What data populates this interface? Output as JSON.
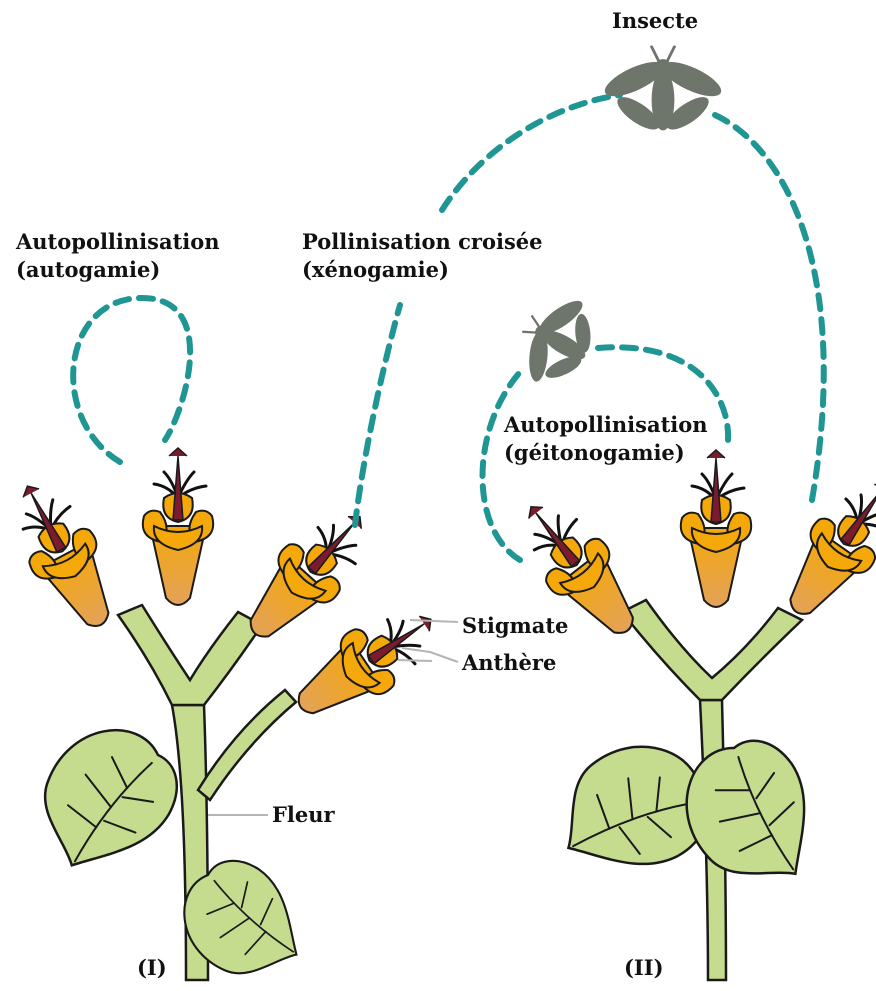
{
  "labels": {
    "insect_top": "Insecte",
    "autogamie_title": "Autopollinisation",
    "autogamie_sub": "(autogamie)",
    "xenogamie_title": "Pollinisation croisée",
    "xenogamie_sub": "(xénogamie)",
    "geitonogamie_title": "Autopollinisation",
    "geitonogamie_sub": "(géitonogamie)",
    "stigmate": "Stigmate",
    "anthere": "Anthère",
    "fleur": "Fleur",
    "plant_1": "(I)",
    "plant_2": "(II)"
  },
  "colors": {
    "pollination_path": "#1f9693",
    "petal": "#f4a80a",
    "petal_gradient_end": "#e3a25a",
    "style": "#7b1c2e",
    "stem_leaf": "#c5dc8f",
    "outline": "#1a1a1a",
    "insect": "#6e756b",
    "leader_line": "#b5b5b5"
  },
  "icons": {
    "insect": "bee-icon"
  }
}
